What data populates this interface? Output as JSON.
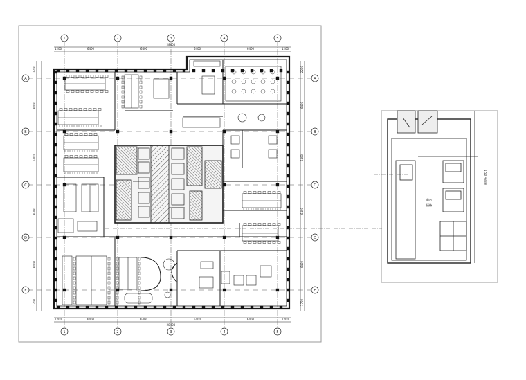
{
  "drawing": {
    "grid_columns": [
      "1",
      "2",
      "3",
      "4",
      "5"
    ],
    "grid_rows": [
      "A",
      "B",
      "C",
      "D",
      "E"
    ],
    "top_dims": [
      "1200",
      "6400",
      "6400",
      "6400",
      "6400",
      "1200"
    ],
    "top_total": "28400",
    "bottom_dims": [
      "1200",
      "6400",
      "6400",
      "6400",
      "6400",
      "1200"
    ],
    "bottom_total": "28400",
    "left_dims": [
      "2200",
      "6400",
      "6400",
      "6400",
      "6400",
      "1700"
    ],
    "right_dims": [
      "2200",
      "6400",
      "6400",
      "6400",
      "6400",
      "1700"
    ],
    "detail_labels": [
      "前台",
      "接待"
    ],
    "detail_note": "1:50 平面图"
  },
  "colors": {
    "line": "#1a1a1a",
    "hatch": "#555555",
    "frame": "#9a9a9a"
  }
}
